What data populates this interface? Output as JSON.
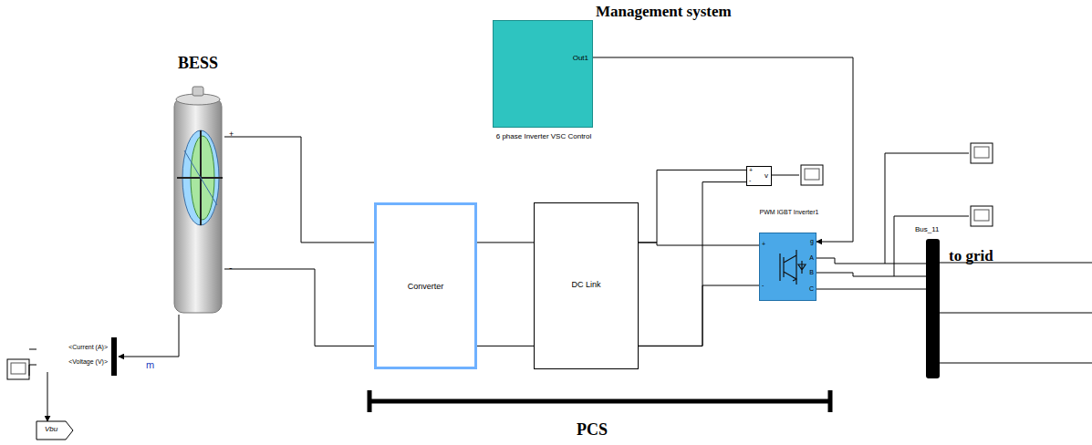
{
  "diagram": {
    "nodes": [
      {
        "text": [
          "Management system",
          "Out1",
          "6 phase Inverter VSC Control"
        ]
      },
      {
        "text": [
          "BESS"
        ]
      },
      {
        "text": [
          "Converter"
        ]
      },
      {
        "text": [
          "DC Link"
        ]
      },
      {
        "text": [
          "PWM IGBT Inverter1",
          "g",
          "+",
          "A",
          "B",
          "-",
          "C"
        ]
      },
      {
        "text": [
          "Bus_11"
        ]
      },
      {
        "text": [
          "+",
          "-",
          "v"
        ]
      },
      {
        "text": [
          "<Current (A)>",
          "<Voltage (V)>"
        ]
      },
      {
        "text": [
          "Vbu"
        ]
      }
    ],
    "edges": [
      {
        "from": 1,
        "to": 2,
        "arrow": "none"
      },
      {
        "from": 1,
        "to": 2,
        "arrow": "none"
      },
      {
        "from": 2,
        "to": 3,
        "arrow": "none"
      },
      {
        "from": 2,
        "to": 3,
        "arrow": "none"
      },
      {
        "from": 3,
        "to": 4,
        "arrow": "none"
      },
      {
        "from": 3,
        "to": 4,
        "arrow": "none"
      },
      {
        "from": 3,
        "to": 6,
        "arrow": "none"
      },
      {
        "from": 3,
        "to": 6,
        "arrow": "none"
      },
      {
        "from": 0,
        "to": 4,
        "arrow": "to"
      },
      {
        "from": 4,
        "to": 5,
        "arrow": "none"
      },
      {
        "from": 4,
        "to": 5,
        "arrow": "none"
      },
      {
        "from": 4,
        "to": 5,
        "arrow": "none"
      },
      {
        "from": 1,
        "to": 7,
        "arrow": "to"
      },
      {
        "from": 7,
        "to": 8,
        "arrow": "to"
      }
    ],
    "labels": [
      "+",
      "-",
      "m",
      "to grid",
      "PCS"
    ]
  }
}
